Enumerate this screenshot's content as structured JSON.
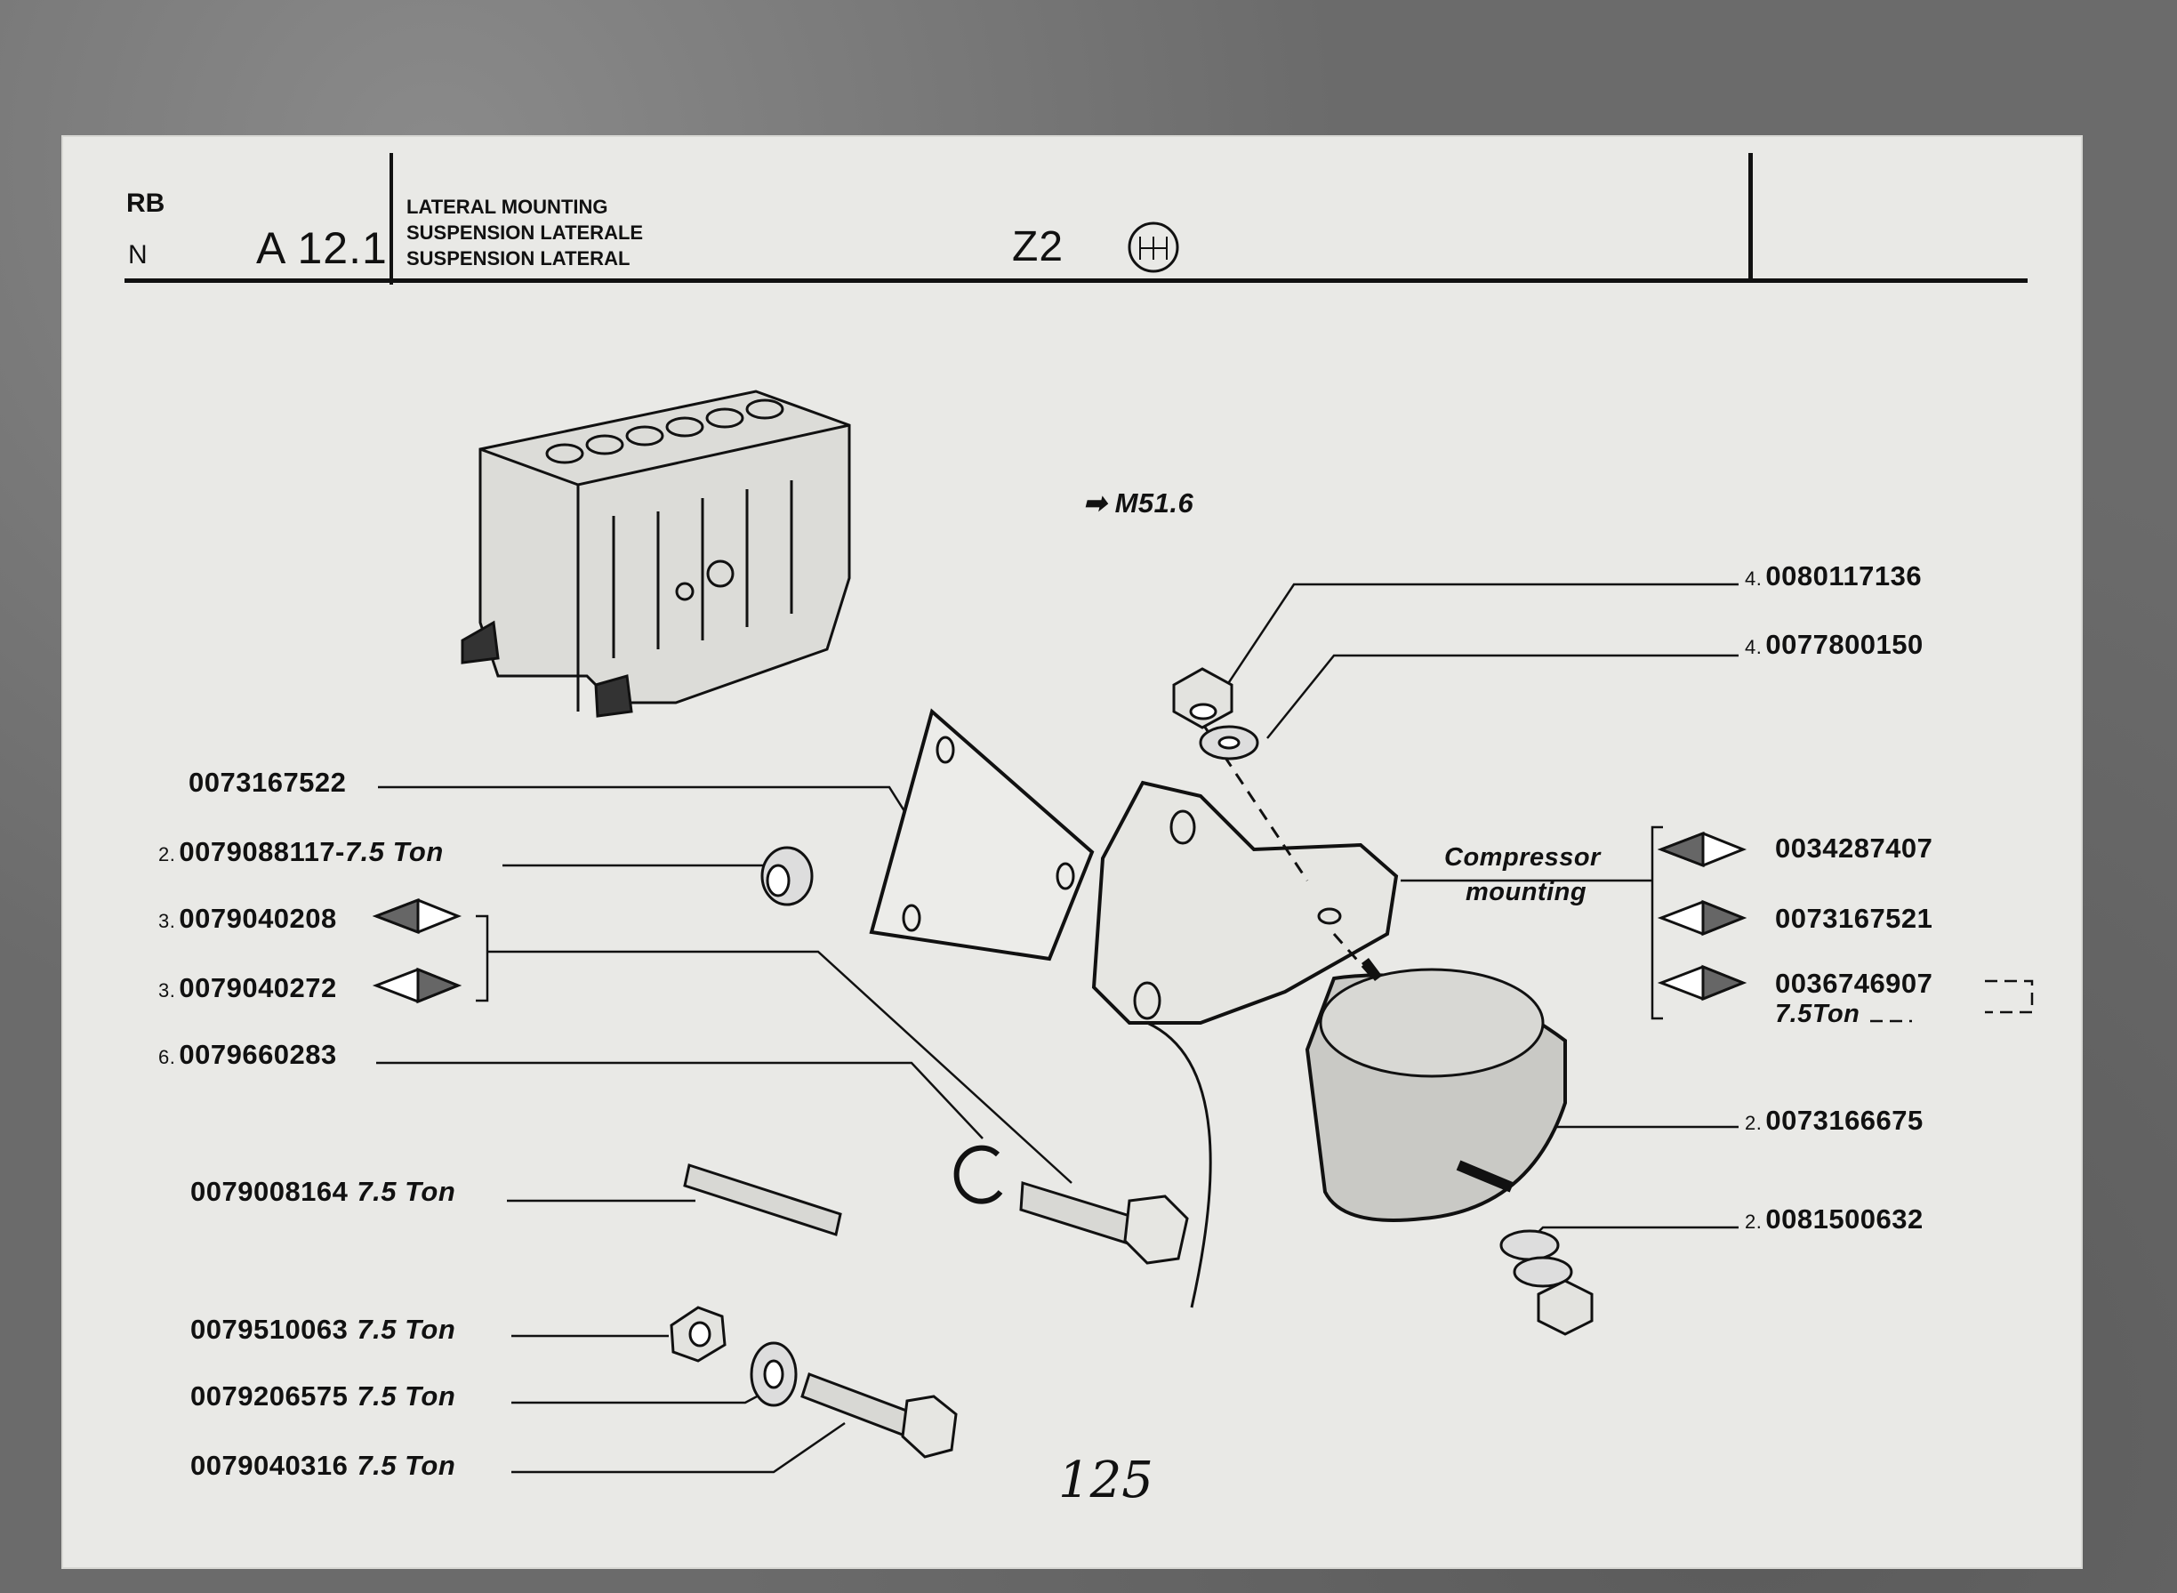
{
  "header": {
    "model_top": "RB",
    "model_bottom": "N",
    "group_code": "A 12.1",
    "title_en": "LATERAL MOUNTING",
    "title_fr": "SUSPENSION LATERALE",
    "title_es": "SUSPENSION LATERAL",
    "variant": "Z2"
  },
  "reference": "M51.6",
  "left_parts": [
    {
      "qty": "",
      "number": "0073167522",
      "note": ""
    },
    {
      "qty": "2.",
      "number": "0079088117-",
      "note": "7.5 Ton"
    },
    {
      "qty": "3.",
      "number": "0079040208",
      "note": ""
    },
    {
      "qty": "3.",
      "number": "0079040272",
      "note": ""
    },
    {
      "qty": "6.",
      "number": "0079660283",
      "note": ""
    },
    {
      "qty": "",
      "number": "0079008164",
      "note": "7.5 Ton"
    },
    {
      "qty": "",
      "number": "0079510063",
      "note": "7.5 Ton"
    },
    {
      "qty": "",
      "number": "0079206575",
      "note": "7.5 Ton"
    },
    {
      "qty": "",
      "number": "0079040316",
      "note": "7.5 Ton"
    }
  ],
  "right_parts": [
    {
      "qty": "4.",
      "number": "0080117136"
    },
    {
      "qty": "4.",
      "number": "0077800150"
    },
    {
      "qty": "",
      "number": "0034287407"
    },
    {
      "qty": "",
      "number": "0073167521"
    },
    {
      "qty": "",
      "number": "0036746907",
      "note": "7.5Ton"
    },
    {
      "qty": "2.",
      "number": "0073166675"
    },
    {
      "qty": "2.",
      "number": "0081500632"
    }
  ],
  "callout": {
    "line1": "Compressor",
    "line2": "mounting"
  },
  "page_number": "125"
}
